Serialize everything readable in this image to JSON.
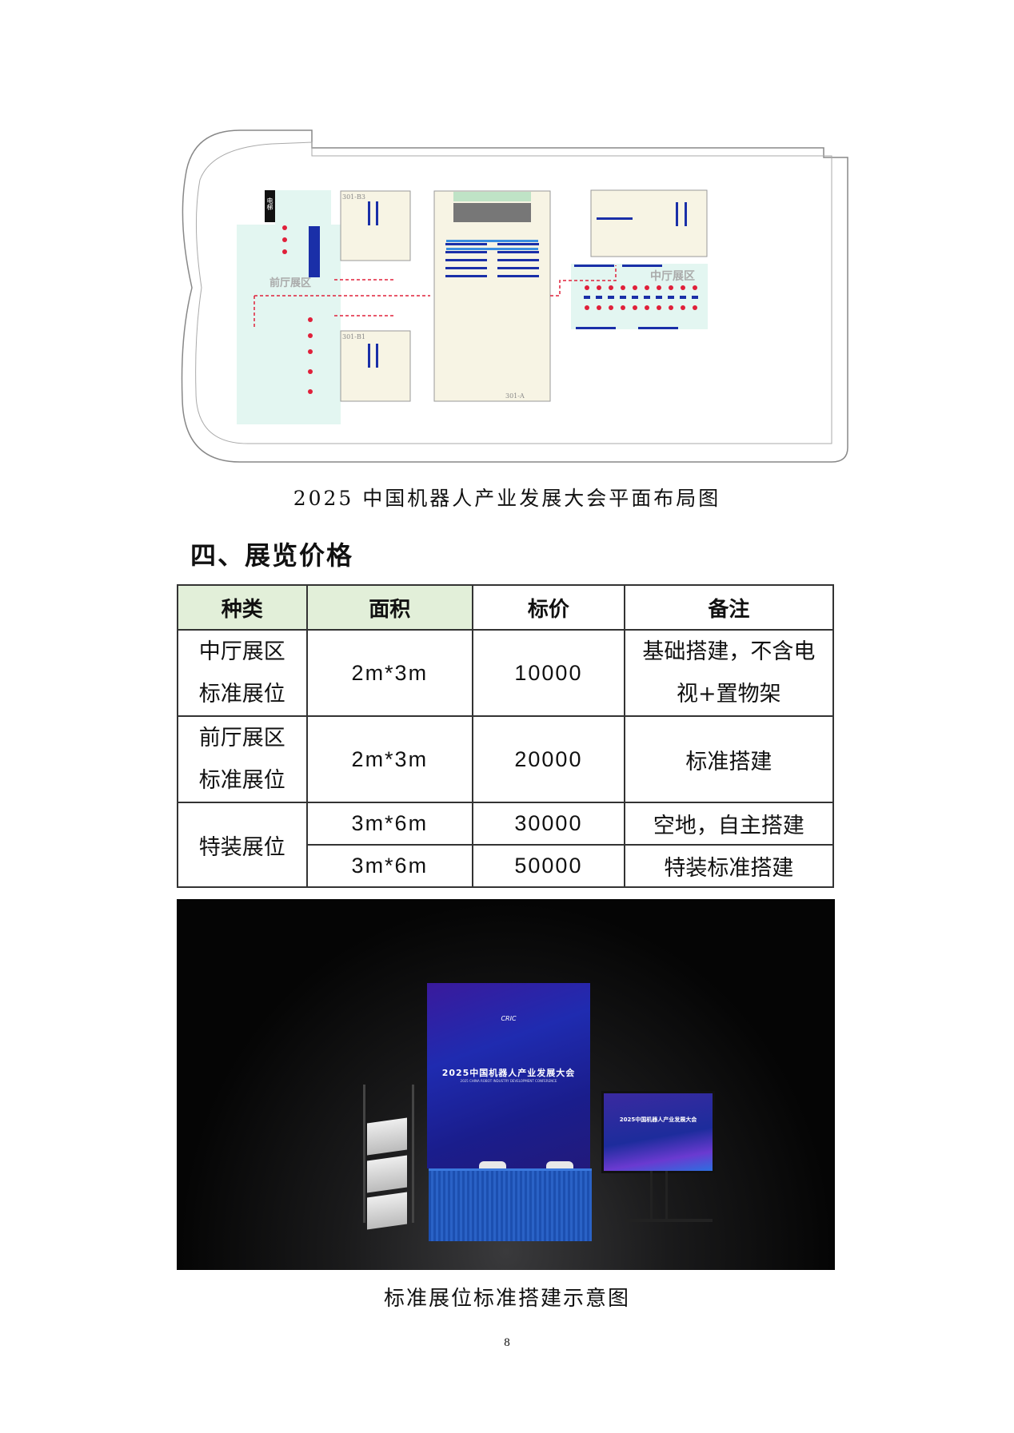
{
  "floor_plan": {
    "caption": "2025 中国机器人产业发展大会平面布局图",
    "labels": {
      "elevator": "电梯",
      "front_hall": "前厅展区",
      "middle_hall": "中厅展区",
      "room_b3": "301-B3",
      "room_b1": "301-B1",
      "room_a": "301-A"
    },
    "colors": {
      "exhibit_area": "#e3f6f1",
      "room_fill": "#f7f4e4",
      "booth": "#1a2fa8",
      "route": "#e0203a"
    }
  },
  "section": {
    "heading": "四、展览价格"
  },
  "price_table": {
    "headers": [
      "种类",
      "面积",
      "标价",
      "备注"
    ],
    "rows": [
      {
        "type": "中厅展区标准展位",
        "type_lines": [
          "中厅展区",
          "标准展位"
        ],
        "area": "2m*3m",
        "price": "10000",
        "note_lines": [
          "基础搭建，不含电",
          "视+置物架"
        ]
      },
      {
        "type": "前厅展区标准展位",
        "type_lines": [
          "前厅展区",
          "标准展位"
        ],
        "area": "2m*3m",
        "price": "20000",
        "note_lines": [
          "标准搭建"
        ]
      },
      {
        "type": "特装展位",
        "area": "3m*6m",
        "price": "30000",
        "note_lines": [
          "空地，自主搭建"
        ]
      },
      {
        "type": "特装展位",
        "area": "3m*6m",
        "price": "50000",
        "note_lines": [
          "特装标准搭建"
        ]
      }
    ]
  },
  "booth_photo": {
    "caption": "标准展位标准搭建示意图",
    "poster_logo": "CRIC",
    "poster_title": "2025中国机器人产业发展大会",
    "poster_subtitle": "2025 CHINA ROBOT INDUSTRY DEVELOPMENT CONFERENCE",
    "tv_title": "2025中国机器人产业发展大会"
  },
  "page_number": "8"
}
